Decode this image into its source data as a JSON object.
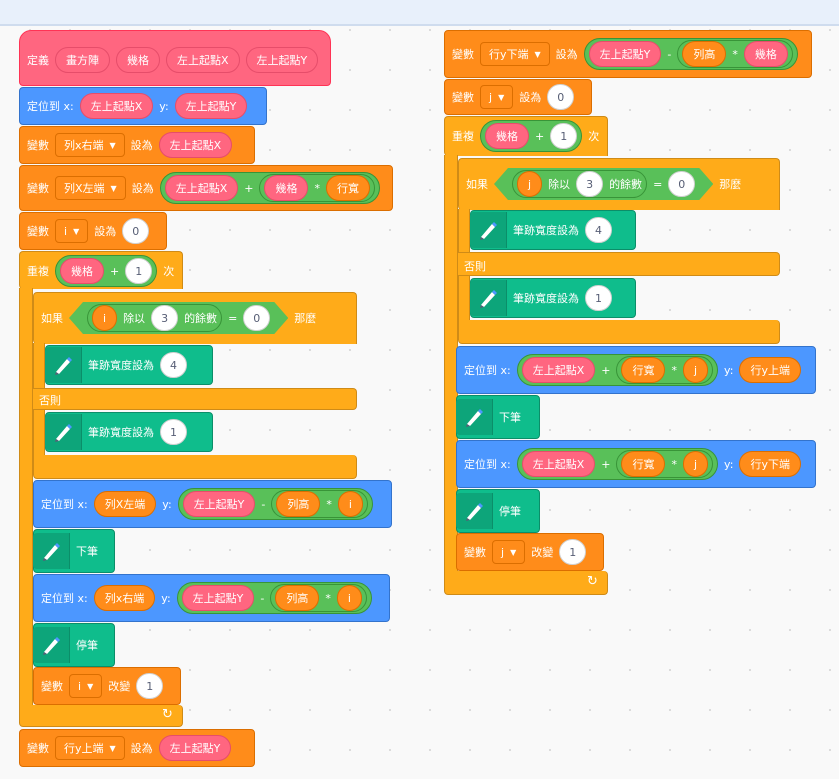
{
  "define": {
    "keyword": "定義",
    "name": "畫方陣",
    "params": [
      "幾格",
      "左上起點X",
      "左上起點Y"
    ]
  },
  "labels": {
    "goto_x": "定位到 x:",
    "y": "y:",
    "set_var": "變數",
    "to": "設為",
    "change": "改變",
    "repeat": "重複",
    "times": "次",
    "if": "如果",
    "then": "那麼",
    "else": "否則",
    "mod_by": "除以",
    "mod_of": "的餘數",
    "pen_width": "筆跡寬度設為",
    "pen_down": "下筆",
    "pen_up": "停筆",
    "plus": "+",
    "minus": "-",
    "times_op": "*",
    "equals": "="
  },
  "vars": {
    "size": "幾格",
    "start_x": "左上起點X",
    "start_y": "左上起點Y",
    "row_right": "列x右端",
    "row_left": "列X左端",
    "col_width": "行寬",
    "row_height": "列高",
    "i": "i",
    "j": "j",
    "col_top": "行y上端",
    "col_bottom": "行y下端"
  },
  "values": {
    "zero": "0",
    "one": "1",
    "three": "3",
    "four": "4"
  },
  "colors": {
    "events_pink": "#ff6680",
    "variables_orange": "#ff8c1a",
    "control_gold": "#ffab19",
    "motion_blue": "#4c97ff",
    "pen_teal": "#0fbd8c",
    "operators_green": "#59c059"
  }
}
